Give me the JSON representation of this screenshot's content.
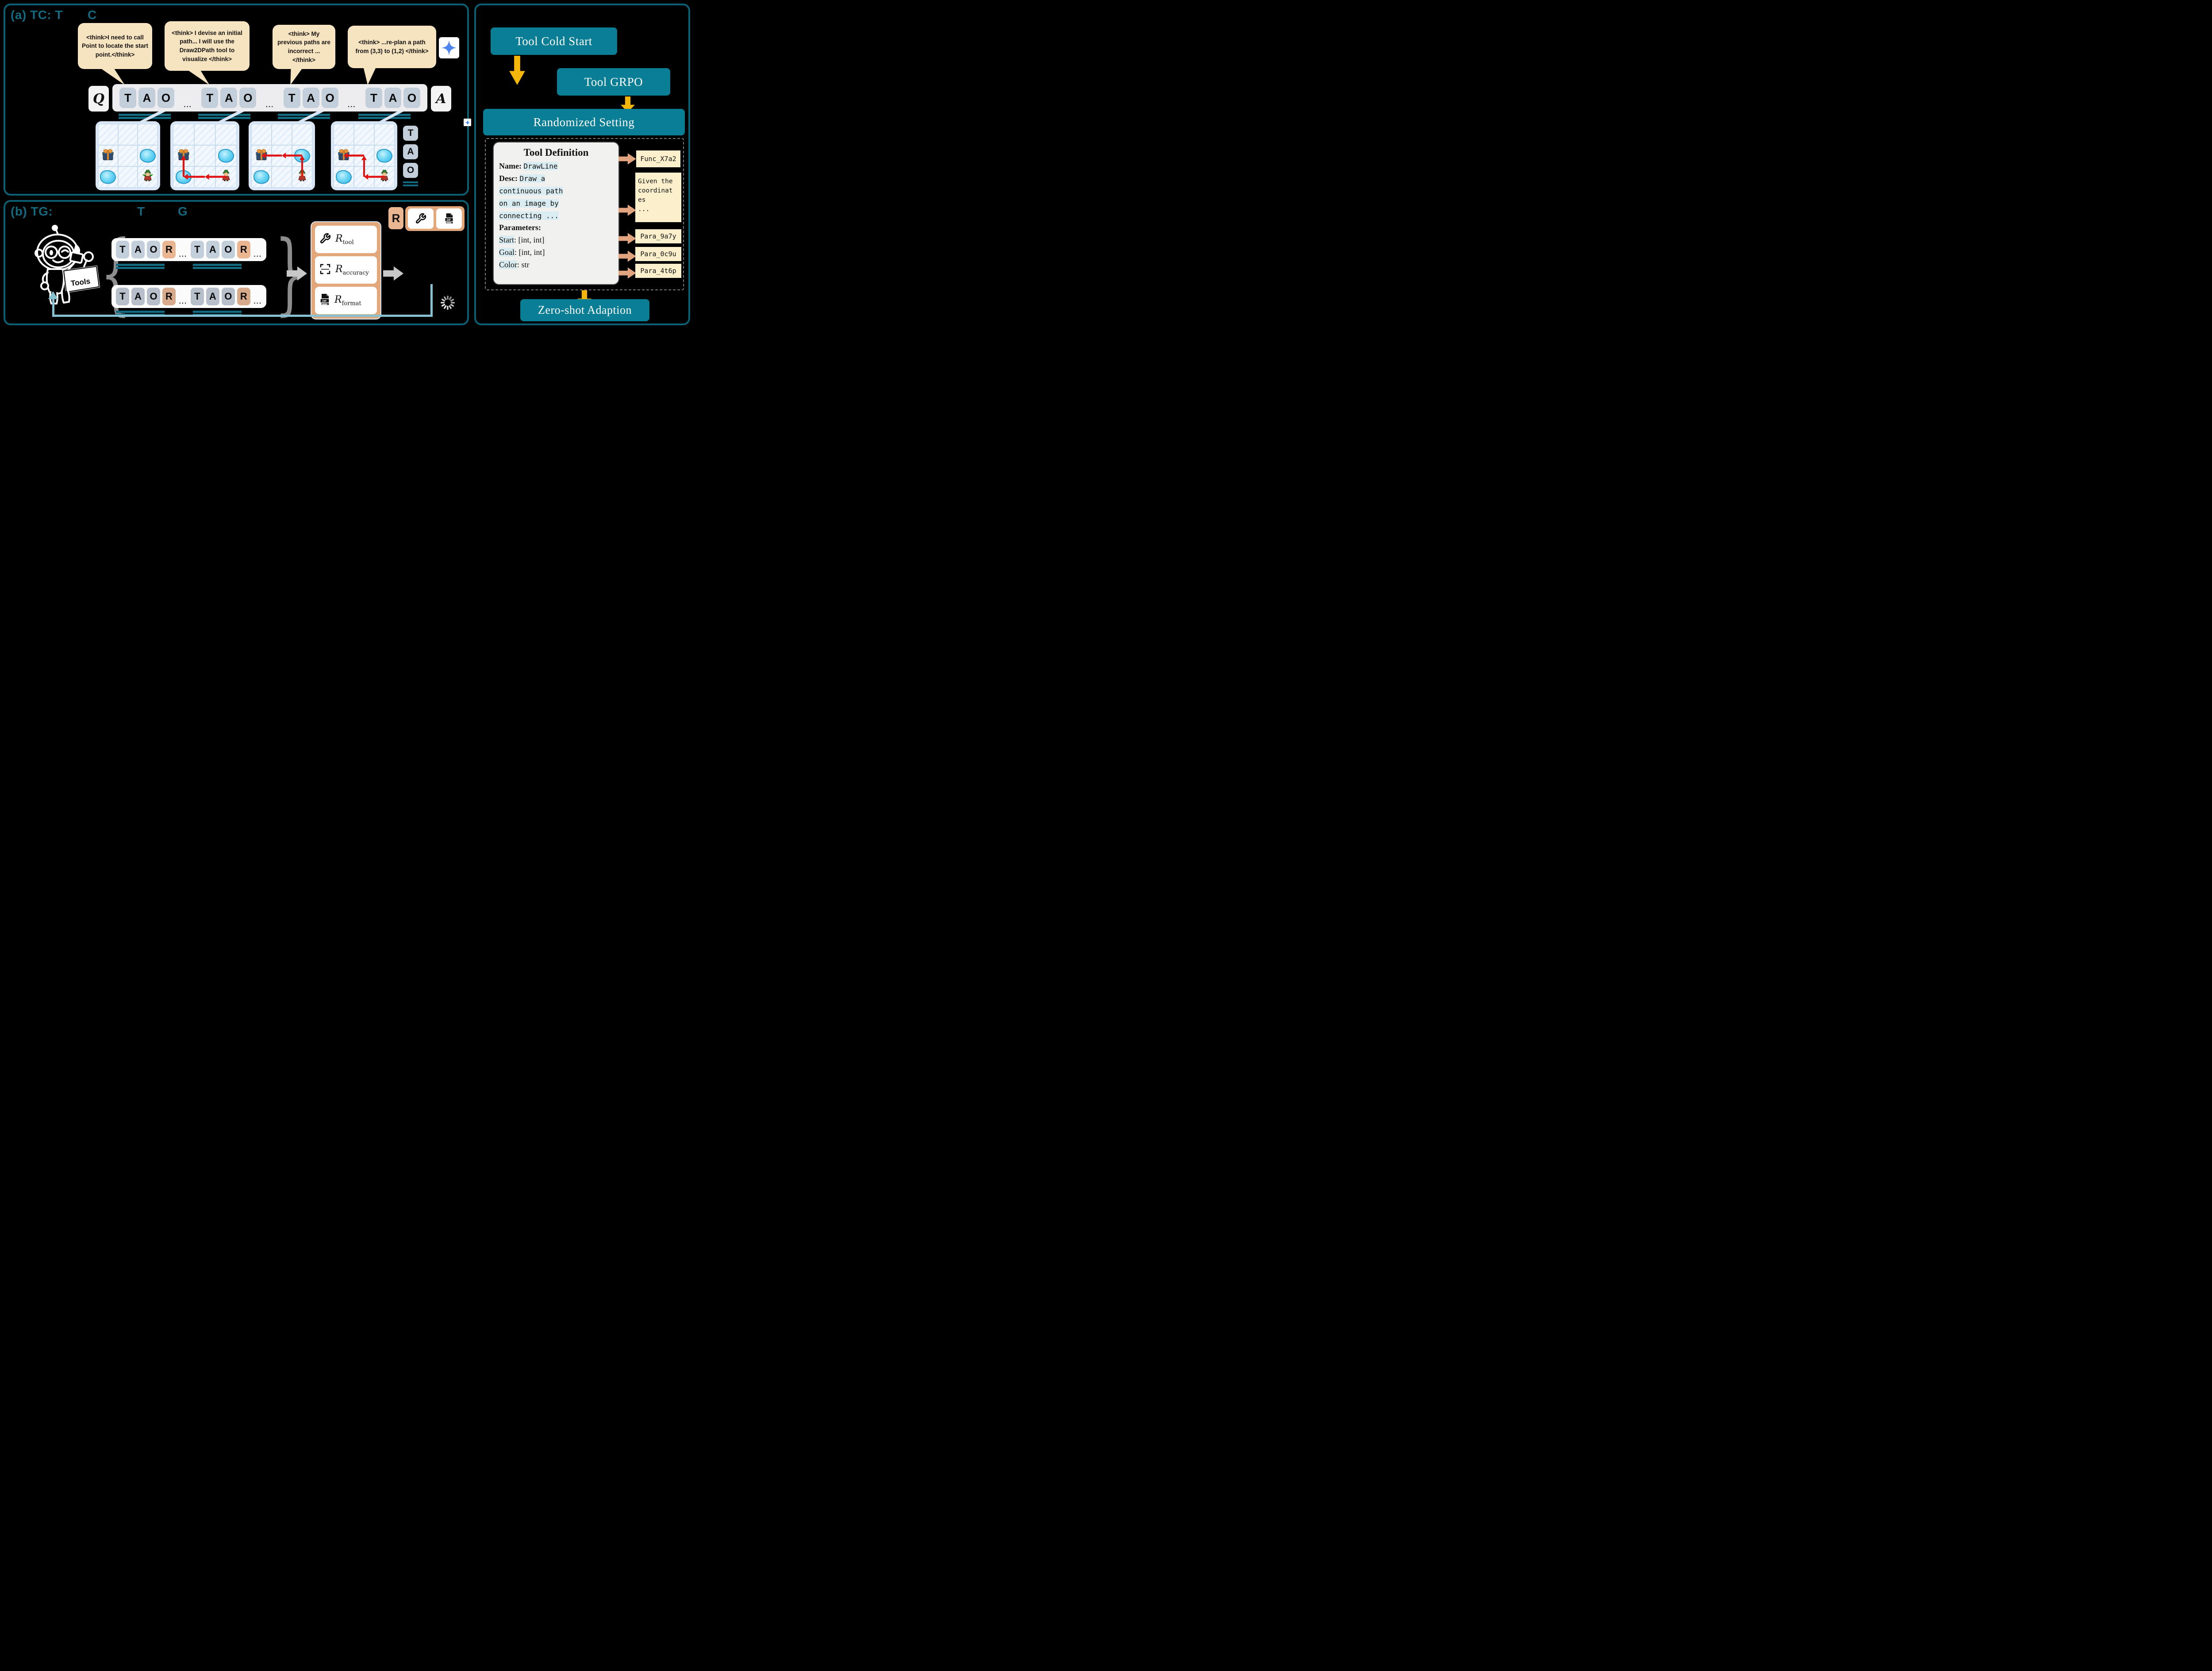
{
  "panel_a": {
    "title_part1": "(a) TC: T",
    "title_part2": "C",
    "bubbles": [
      "<think>I need to call Point to locate the start point.</think>",
      "<think> I devise an initial path... I will use the Draw2DPath tool to visualize </think>",
      "<think> My previous paths are incorrect ... </think>",
      "<think> ...re-plan a path from (3,3) to (1,2) </think>"
    ],
    "query_symbol": "Q",
    "answer_symbol": "A",
    "ellipsis": "...",
    "tokens": {
      "T": "T",
      "A": "A",
      "O": "O",
      "R": "R"
    },
    "grids": {
      "gift_cell": [
        1,
        0
      ],
      "hole_cells": [
        [
          1,
          2
        ],
        [
          2,
          0
        ]
      ],
      "elf_cell": [
        2,
        2
      ],
      "star_on": [
        true,
        false,
        false,
        false
      ],
      "paths": [
        [],
        [
          [
            [
              2,
              2
            ],
            [
              2,
              1
            ]
          ],
          [
            [
              2,
              1
            ],
            [
              2,
              0
            ]
          ],
          [
            [
              2,
              0
            ],
            [
              1,
              0
            ]
          ]
        ],
        [
          [
            [
              2,
              2
            ],
            [
              1,
              2
            ]
          ],
          [
            [
              1,
              2
            ],
            [
              1,
              1
            ]
          ],
          [
            [
              1,
              1
            ],
            [
              1,
              0
            ]
          ]
        ],
        [
          [
            [
              2,
              2
            ],
            [
              2,
              1
            ]
          ],
          [
            [
              2,
              1
            ],
            [
              1,
              1
            ]
          ],
          [
            [
              1,
              1
            ],
            [
              1,
              0
            ]
          ]
        ]
      ]
    },
    "side_stack": [
      "T",
      "A",
      "O"
    ]
  },
  "panel_b": {
    "title_part1": "(b) TG:",
    "title_t": "T",
    "title_g": "G",
    "robot_toolbox_label": "Tools",
    "rewards": {
      "rvar": "R",
      "items": [
        {
          "icon": "wrench-icon",
          "sub": "tool"
        },
        {
          "icon": "crop-frame-icon",
          "sub": "accuracy"
        },
        {
          "icon": "zip-file-icon",
          "sub": "format"
        }
      ]
    },
    "r_token": "R"
  },
  "right_panel": {
    "box_cold_start": "Tool Cold Start",
    "box_grpo": "Tool GRPO",
    "box_randomized": "Randomized Setting",
    "box_zero_shot": "Zero-shot Adaption",
    "tool_def": {
      "title": "Tool Definition",
      "name_label": "Name:",
      "name_value": "DrawLine",
      "desc_label": "Desc:",
      "desc_value_first": "Draw a",
      "desc_lines": [
        "continuous path",
        "on an image by",
        "connecting ..."
      ],
      "params_label": "Parameters:",
      "params": [
        {
          "name": "Start",
          "rest": ": [int, int]"
        },
        {
          "name": "Goal",
          "rest": ": [int, int]"
        },
        {
          "name": "Color",
          "rest": ": str"
        }
      ]
    },
    "mapped": {
      "func": "Func_X7a2",
      "desc": "Given the\ncoordinat\nes\n...",
      "para1": "Para_9a7y",
      "para2": "Para_0c9u",
      "para3": "Para_4t6p"
    }
  },
  "icon_colors": {
    "accent_teal": "#097e95",
    "panel_border": "#0c5e72",
    "token_gray": "#c3cedb",
    "token_orange": "#eab691",
    "bubble_cream": "#f6e4c1",
    "cream_box": "#fcefcb",
    "underline_teal": "#136a80",
    "path_red": "#e01212",
    "spark_blue": "#4e86f0",
    "yellow_arrow": "#f4b60b",
    "feedback_blue": "#86c2d1"
  }
}
